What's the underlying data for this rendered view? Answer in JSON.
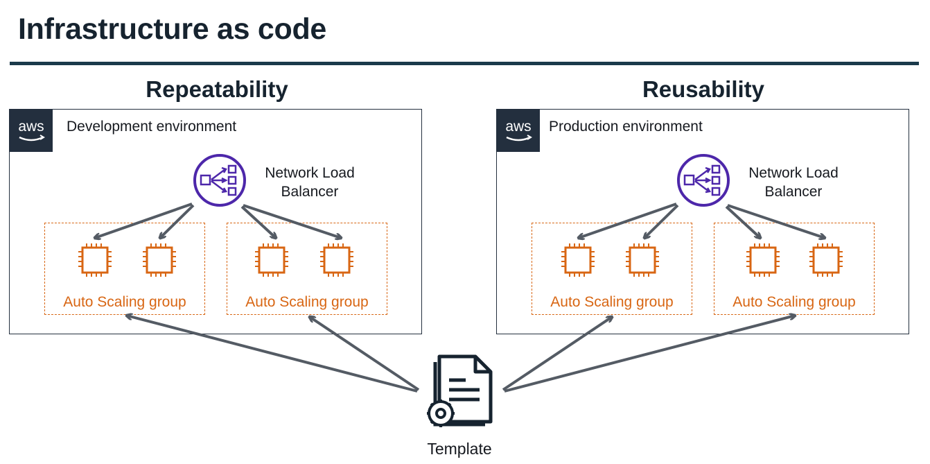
{
  "title": "Infrastructure as code",
  "sections": [
    {
      "heading": "Repeatability",
      "environment": "Development environment"
    },
    {
      "heading": "Reusability",
      "environment": "Production environment"
    }
  ],
  "aws_logo_text": "aws",
  "nlb_label_line1": "Network Load",
  "nlb_label_line2": "Balancer",
  "asg_label": "Auto Scaling group",
  "template_label": "Template",
  "colors": {
    "title": "#16232f",
    "rule": "#1b3a4b",
    "aws_badge": "#232f3e",
    "asg_orange": "#d86613",
    "nlb_purple": "#4d27aa",
    "arrow": "#545b64"
  },
  "icons": [
    "aws-logo",
    "network-load-balancer-icon",
    "ec2-instance-icon",
    "template-document-gear-icon"
  ]
}
